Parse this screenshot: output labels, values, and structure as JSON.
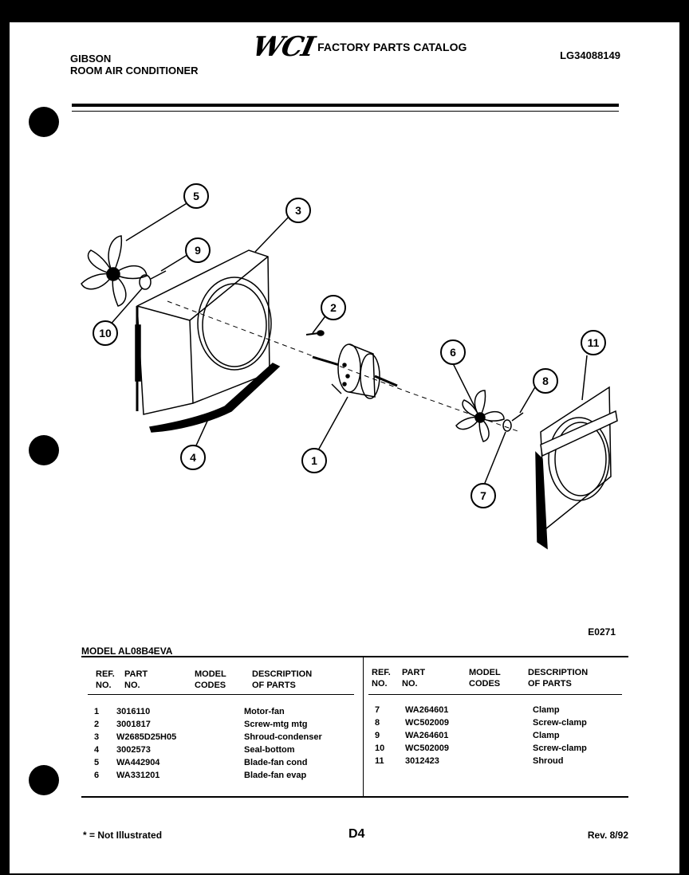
{
  "header": {
    "brand_line1": "GIBSON",
    "brand_line2": "ROOM AIR CONDITIONER",
    "logo_text": "WCI",
    "catalog_title": "FACTORY PARTS CATALOG",
    "catalog_number": "LG34088149"
  },
  "diagram": {
    "callouts": [
      "1",
      "2",
      "3",
      "4",
      "5",
      "6",
      "7",
      "8",
      "9",
      "10",
      "11"
    ],
    "figure_code": "E0271"
  },
  "table": {
    "model_label": "MODEL AL08B4EVA",
    "headers": {
      "ref_no": [
        "REF.",
        "NO."
      ],
      "part_no": [
        "PART",
        "NO."
      ],
      "model_codes": [
        "MODEL",
        "CODES"
      ],
      "description": [
        "DESCRIPTION",
        "OF PARTS"
      ]
    },
    "left_rows": [
      {
        "ref": "1",
        "part": "3016110",
        "desc": "Motor-fan"
      },
      {
        "ref": "2",
        "part": "3001817",
        "desc": "Screw-mtg mtg"
      },
      {
        "ref": "3",
        "part": "W2685D25H05",
        "desc": "Shroud-condenser"
      },
      {
        "ref": "4",
        "part": "3002573",
        "desc": "Seal-bottom"
      },
      {
        "ref": "5",
        "part": "WA442904",
        "desc": "Blade-fan cond"
      },
      {
        "ref": "6",
        "part": "WA331201",
        "desc": "Blade-fan evap"
      }
    ],
    "right_rows": [
      {
        "ref": "7",
        "part": "WA264601",
        "desc": "Clamp"
      },
      {
        "ref": "8",
        "part": "WC502009",
        "desc": "Screw-clamp"
      },
      {
        "ref": "9",
        "part": "WA264601",
        "desc": "Clamp"
      },
      {
        "ref": "10",
        "part": "WC502009",
        "desc": "Screw-clamp"
      },
      {
        "ref": "11",
        "part": "3012423",
        "desc": "Shroud"
      }
    ]
  },
  "footer": {
    "footnote": "* = Not Illustrated",
    "page_number": "D4",
    "revision": "Rev. 8/92"
  }
}
